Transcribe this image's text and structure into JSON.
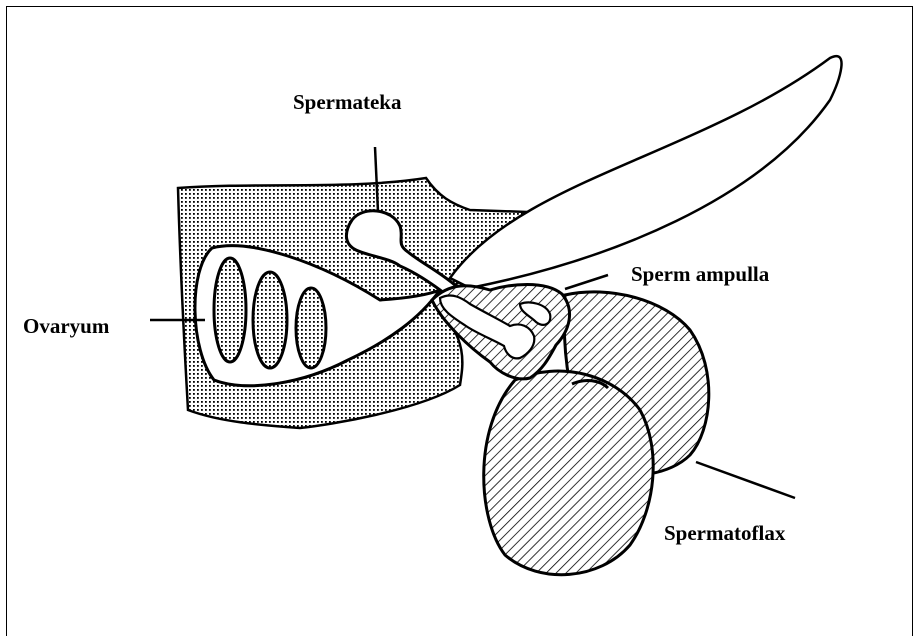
{
  "diagram": {
    "labels": {
      "spermateka": "Spermateka",
      "sperm_ampulla": "Sperm ampulla",
      "ovaryum": "Ovaryum",
      "spermatoflax": "Spermatoflax"
    },
    "colors": {
      "ink": "#000000",
      "background": "#ffffff"
    }
  }
}
